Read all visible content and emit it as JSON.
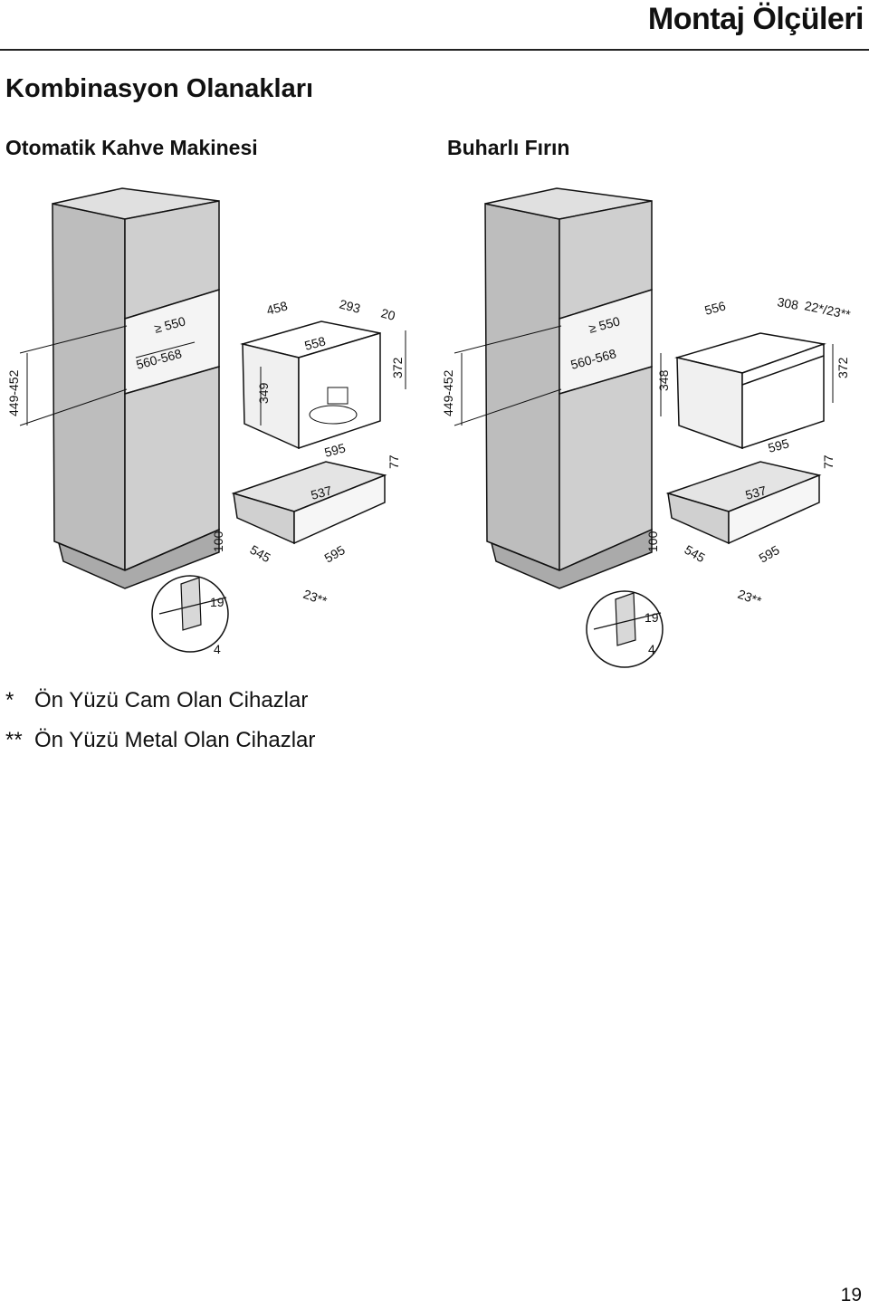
{
  "header": {
    "title": "Montaj Ölçüleri"
  },
  "section": {
    "title": "Kombinasyon Olanakları"
  },
  "diagrams": [
    {
      "subtitle": "Otomatik Kahve Makinesi",
      "dims": {
        "niche_h": "449-452",
        "niche_w_min": "≥ 550",
        "niche_w": "560-568",
        "top_depth": "458",
        "top_d2": "293",
        "top_d3": "20",
        "front_w": "558",
        "dev_h": "349",
        "right_h": "372",
        "drawer_w": "595",
        "drawer_inner": "537",
        "drawer_h": "77",
        "drawer_left_h": "100",
        "bottom_d": "545",
        "bottom_w": "595",
        "gap": "23**",
        "detail_a": "19",
        "detail_b": "4"
      }
    },
    {
      "subtitle": "Buharlı Fırın",
      "dims": {
        "niche_h": "449-452",
        "niche_w_min": "≥ 550",
        "niche_w": "560-568",
        "top_depth": "556",
        "top_d2": "308",
        "top_d3": "22*/23**",
        "dev_h": "348",
        "right_h": "372",
        "drawer_w": "595",
        "drawer_inner": "537",
        "drawer_h": "77",
        "drawer_left_h": "100",
        "bottom_d": "545",
        "bottom_w": "595",
        "gap": "23**",
        "detail_a": "19",
        "detail_b": "4"
      }
    }
  ],
  "notes": [
    {
      "mark": "*",
      "text": "Ön Yüzü Cam Olan Cihazlar"
    },
    {
      "mark": "**",
      "text": "Ön Yüzü Metal Olan Cihazlar"
    }
  ],
  "footer": {
    "page_number": "19"
  }
}
